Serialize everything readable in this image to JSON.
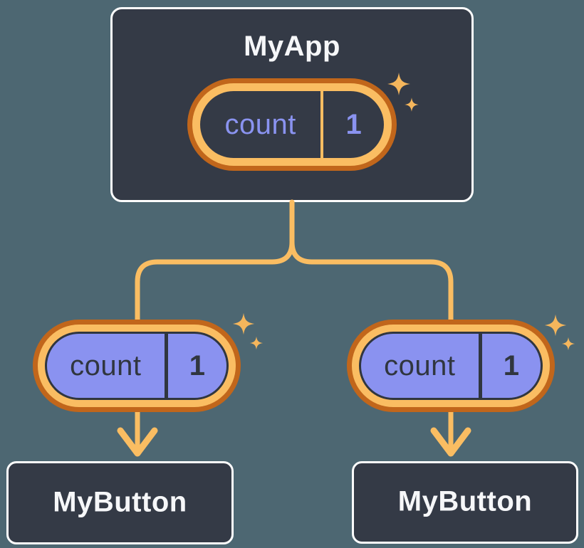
{
  "root_node": {
    "title": "MyApp",
    "state_name": "count",
    "state_value": "1"
  },
  "left_child": {
    "title": "MyButton",
    "state_name": "count",
    "state_value": "1"
  },
  "right_child": {
    "title": "MyButton",
    "state_name": "count",
    "state_value": "1"
  },
  "colors": {
    "background": "#4D6772",
    "node_fill": "#343A46",
    "node_border": "#FDFDFD",
    "node_text": "#F6F7F9",
    "ring_outer_orange": "#C1661B",
    "ring_inner_gold": "#FABD62",
    "connector_gold": "#FABD62",
    "sparkle_gold": "#F5B65C",
    "state_purple_fill": "#8A92F0",
    "state_purple_text": "#8A93F0",
    "state_dark_text": "#30363F"
  },
  "icons": {
    "sparkle_icon": "✦ four-pointed star",
    "arrow_down_icon": "↓"
  }
}
